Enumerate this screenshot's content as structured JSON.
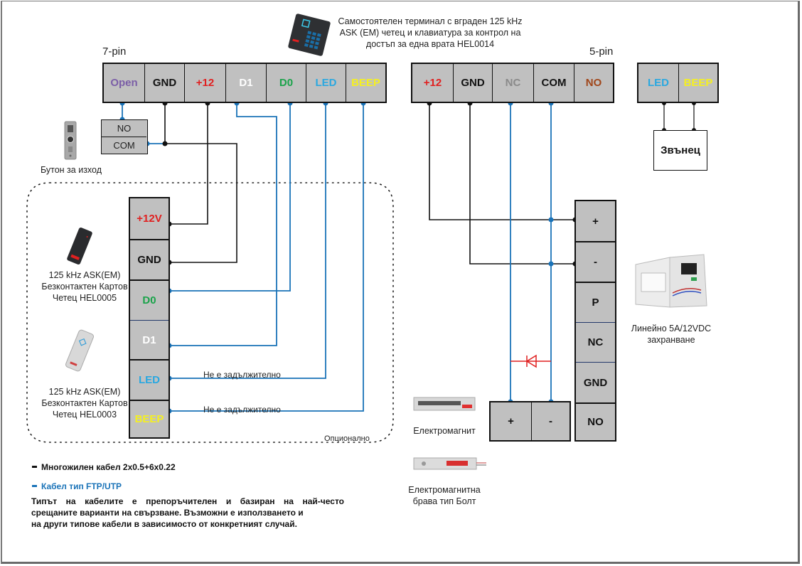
{
  "title": "Свързване на самостоятелен терминал HEL0014",
  "colors": {
    "wire_black": "#111111",
    "wire_blue": "#1a73b8",
    "diode_red": "#e02020",
    "terminal_fill": "#c0c0c0",
    "open": "#7b5ea7",
    "gnd": "#111111",
    "plus12": "#e02020",
    "d1": "#ffffff",
    "d0": "#1aa34a",
    "led": "#2aa8e0",
    "beep": "#f5f020",
    "nc": "#8a8a8a",
    "com": "#111111",
    "no": "#a0461a"
  },
  "terminal_device": {
    "icon": "keypad-reader-icon",
    "caption_lines": [
      "Самостоятелен терминал с вграден 125 kHz",
      "ASK (EM) четец и клавиатура за контрол на",
      "достъп за една врата HEL0014"
    ]
  },
  "connector_7pin": {
    "title": "7-pin",
    "pins": [
      "Open",
      "GND",
      "+12",
      "D1",
      "D0",
      "LED",
      "BEEP"
    ]
  },
  "connector_5pin": {
    "title": "5-pin",
    "pins": [
      "+12",
      "GND",
      "NC",
      "COM",
      "NO"
    ]
  },
  "connector_led_beep": {
    "pins": [
      "LED",
      "BEEP"
    ]
  },
  "bell": {
    "label": "Звънец"
  },
  "exit_button": {
    "icon": "exit-button-icon",
    "caption": "Бутон за изход",
    "pins": [
      "NO",
      "COM"
    ]
  },
  "reader_block": {
    "pins": [
      "+12V",
      "GND",
      "D0",
      "D1",
      "LED",
      "BEEP"
    ],
    "optional_label": "Опционално",
    "not_mandatory_led": "Не е задължително",
    "not_mandatory_beep": "Не е задължително"
  },
  "reader_1": {
    "icon": "card-reader-black-icon",
    "caption_lines": [
      "125 kHz ASK(EM)",
      "Безконтактен Картов",
      "Четец HEL0005"
    ]
  },
  "reader_2": {
    "icon": "card-reader-white-icon",
    "caption_lines": [
      "125 kHz ASK(EM)",
      "Безконтактен Картов",
      "Четец HEL0003"
    ]
  },
  "power_supply": {
    "icon": "power-supply-box-icon",
    "caption_lines": [
      "Линейно 5A/12VDC",
      "захранване"
    ],
    "pins": [
      "+",
      "-",
      "P",
      "NC",
      "GND",
      "NO"
    ]
  },
  "lock_block": {
    "pins": [
      "+",
      "-"
    ]
  },
  "electromagnet": {
    "icon": "electromagnet-icon",
    "caption": "Електромагнит"
  },
  "bolt_lock": {
    "icon": "bolt-lock-icon",
    "caption_lines": [
      "Електромагнитна",
      "брава тип Болт"
    ]
  },
  "legend": {
    "black_cable": "Многожилен кабел 2x0.5+6x0.22",
    "blue_cable": "Кабел тип FTP/UTP",
    "note_lines": [
      "Типът на кабелите е препоръчителен и базиран на най-често",
      "срещаните варианти на свързване. Възможни е използването и",
      "на други типове кабели в зависимосто от конкретният случай."
    ]
  }
}
